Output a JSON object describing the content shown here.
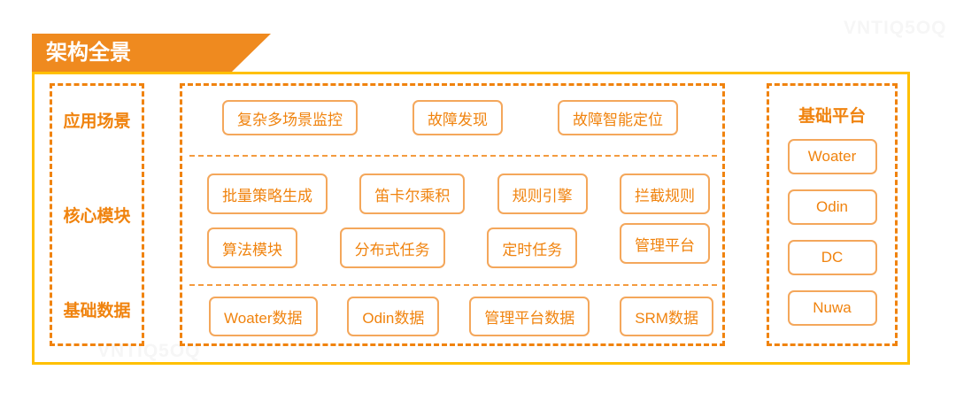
{
  "banner": {
    "title": "架构全景"
  },
  "watermarks": {
    "top_right": "VNTIQ5OQ",
    "bottom_left": "VNTIQ5OQ"
  },
  "colors": {
    "banner_orange": "#ef8a1f",
    "container_border": "#ffc000",
    "dashed_border": "#f0830e",
    "pill_border": "#f4a75b",
    "text_orange": "#f0830e",
    "separator": "#f49b3f",
    "watermark": "#f6f6f6"
  },
  "left_panel": {
    "labels": [
      "应用场景",
      "核心模块",
      "基础数据"
    ]
  },
  "middle_panel": {
    "scenario_row": [
      "复杂多场景监控",
      "故障发现",
      "故障智能定位"
    ],
    "module_row1": [
      "批量策略生成",
      "笛卡尔乘积",
      "规则引擎",
      "拦截规则"
    ],
    "module_row2": [
      "算法模块",
      "分布式任务",
      "定时任务",
      "管理平台"
    ],
    "data_row": [
      "Woater数据",
      "Odin数据",
      "管理平台数据",
      "SRM数据"
    ]
  },
  "right_panel": {
    "title": "基础平台",
    "items": [
      "Woater",
      "Odin",
      "DC",
      "Nuwa"
    ]
  }
}
